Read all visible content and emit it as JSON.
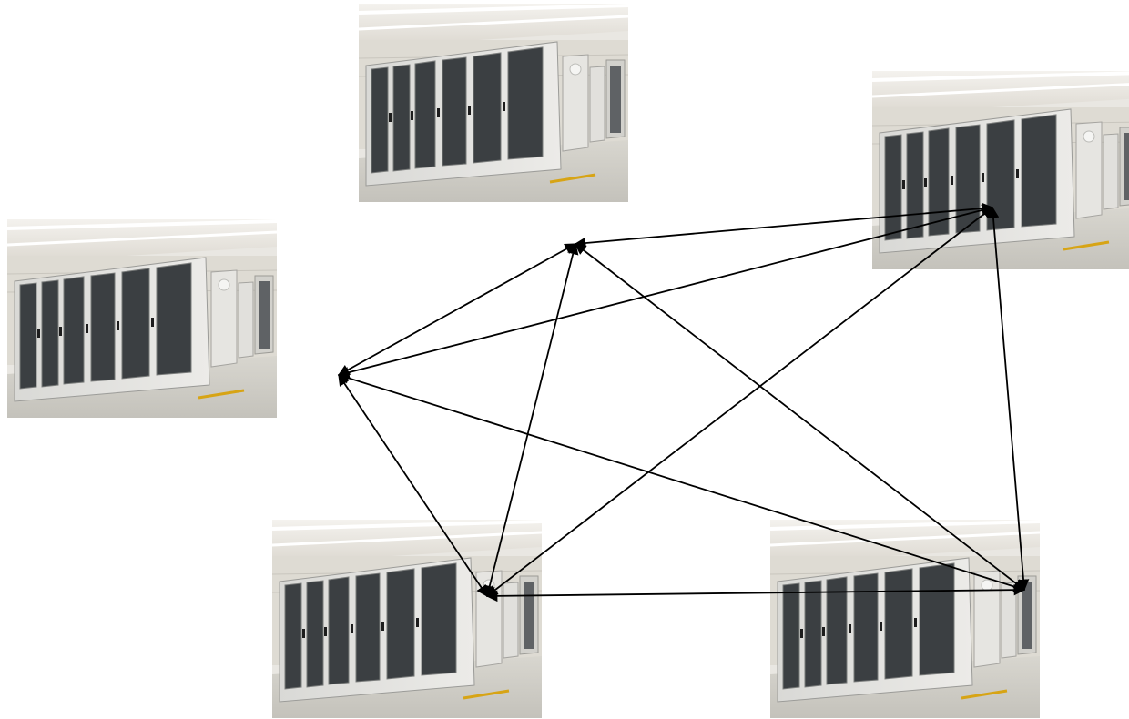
{
  "diagram": {
    "type": "network-mesh",
    "nodes": [
      {
        "id": "server-rack-top",
        "icon": "server-rack-photo"
      },
      {
        "id": "server-rack-top-right",
        "icon": "server-rack-photo"
      },
      {
        "id": "server-rack-left",
        "icon": "server-rack-photo"
      },
      {
        "id": "server-rack-bottom-left",
        "icon": "server-rack-photo"
      },
      {
        "id": "server-rack-bottom-right",
        "icon": "server-rack-photo"
      }
    ],
    "links": [
      {
        "from": "server-rack-top",
        "to": "server-rack-top-right",
        "directions": "both"
      },
      {
        "from": "server-rack-top",
        "to": "server-rack-left",
        "directions": "both"
      },
      {
        "from": "server-rack-top",
        "to": "server-rack-bottom-left",
        "directions": "both"
      },
      {
        "from": "server-rack-top",
        "to": "server-rack-bottom-right",
        "directions": "both"
      },
      {
        "from": "server-rack-left",
        "to": "server-rack-top-right",
        "directions": "both"
      },
      {
        "from": "server-rack-left",
        "to": "server-rack-bottom-left",
        "directions": "both"
      },
      {
        "from": "server-rack-left",
        "to": "server-rack-bottom-right",
        "directions": "both"
      },
      {
        "from": "server-rack-bottom-left",
        "to": "server-rack-top-right",
        "directions": "both"
      },
      {
        "from": "server-rack-bottom-left",
        "to": "server-rack-bottom-right",
        "directions": "both"
      },
      {
        "from": "server-rack-bottom-right",
        "to": "server-rack-top-right",
        "directions": "both"
      }
    ],
    "colors": {
      "arrow": "#000000",
      "background": "#ffffff"
    }
  }
}
